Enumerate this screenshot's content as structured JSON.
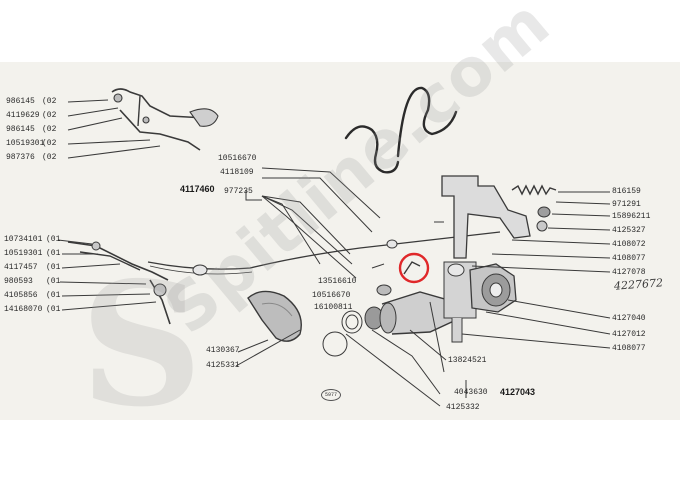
{
  "watermark": {
    "text": "Spitline.com",
    "initial": "S"
  },
  "labels_left": [
    {
      "part": "986145",
      "qty": "02"
    },
    {
      "part": "4119629",
      "qty": "02"
    },
    {
      "part": "986145",
      "qty": "02"
    },
    {
      "part": "10519301",
      "qty": "02"
    },
    {
      "part": "987376",
      "qty": "02"
    },
    {
      "part": "10734101",
      "qty": "01"
    },
    {
      "part": "10519301",
      "qty": "01"
    },
    {
      "part": "4117457",
      "qty": "01"
    },
    {
      "part": "980593",
      "qty": "01"
    },
    {
      "part": "4105856",
      "qty": "01"
    },
    {
      "part": "14168070",
      "qty": "01"
    }
  ],
  "labels_center": {
    "l10516670a": "10516670",
    "l4118109": "4118109",
    "l4117460": "4117460",
    "l977235": "977235",
    "l13516610": "13516610",
    "l10516670b": "10516670",
    "l16100811": "16100811",
    "l4130367": "4130367",
    "l4125331": "4125331",
    "l13824521": "13824521",
    "l4043630": "4043630",
    "l4127043": "4127043",
    "l4125332": "4125332",
    "stamp": "5977"
  },
  "labels_right": {
    "l816159": "816159",
    "l971291": "971291",
    "l15896211": "15896211",
    "l4125327": "4125327",
    "l4108072": "4108072",
    "l4108077a": "4108077",
    "l4127078": "4127078",
    "l4127040": "4127040",
    "l4127012": "4127012",
    "l4108077b": "4108077"
  },
  "handwritten": "4227672",
  "highlight_color": "#e0282a"
}
